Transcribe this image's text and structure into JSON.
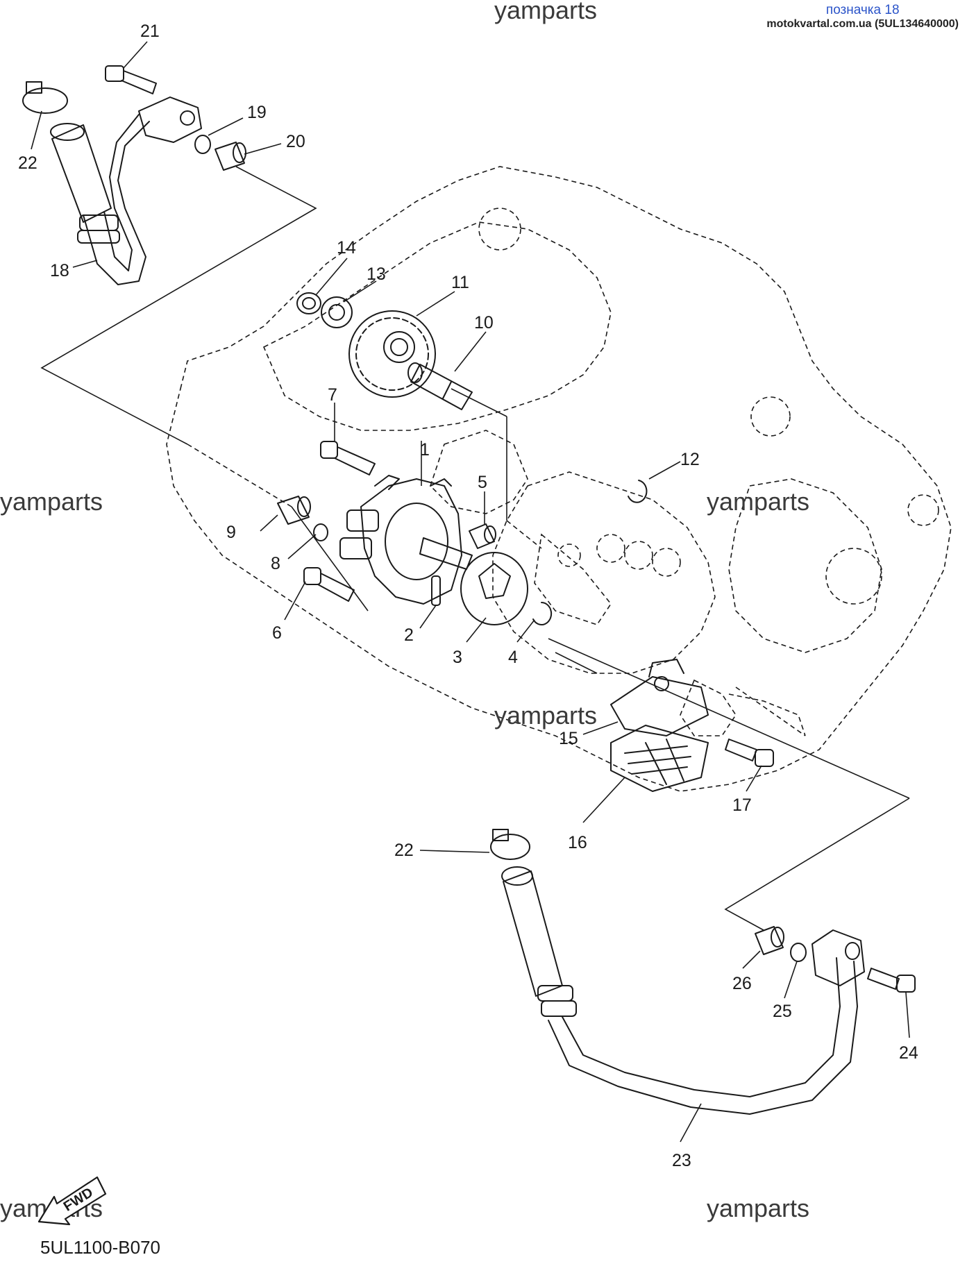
{
  "header": {
    "label": "позначка 18",
    "source": "motokvartal.com.ua (5UL134640000)"
  },
  "watermarks": [
    "yamparts",
    "yamparts",
    "yamparts",
    "yamparts",
    "yamparts",
    "yamparts"
  ],
  "fwd_label": "FWD",
  "figure_code": "5UL1100-B070",
  "callouts": [
    "1",
    "2",
    "3",
    "4",
    "5",
    "6",
    "7",
    "8",
    "9",
    "10",
    "11",
    "12",
    "13",
    "14",
    "15",
    "16",
    "17",
    "18",
    "19",
    "20",
    "21",
    "22",
    "22",
    "23",
    "24",
    "25",
    "26"
  ],
  "colors": {
    "line": "#1a1a1a",
    "badge": "#2b54c9",
    "background": "#ffffff"
  },
  "icons": {
    "fwd_arrow": "fwd-arrow-icon"
  }
}
